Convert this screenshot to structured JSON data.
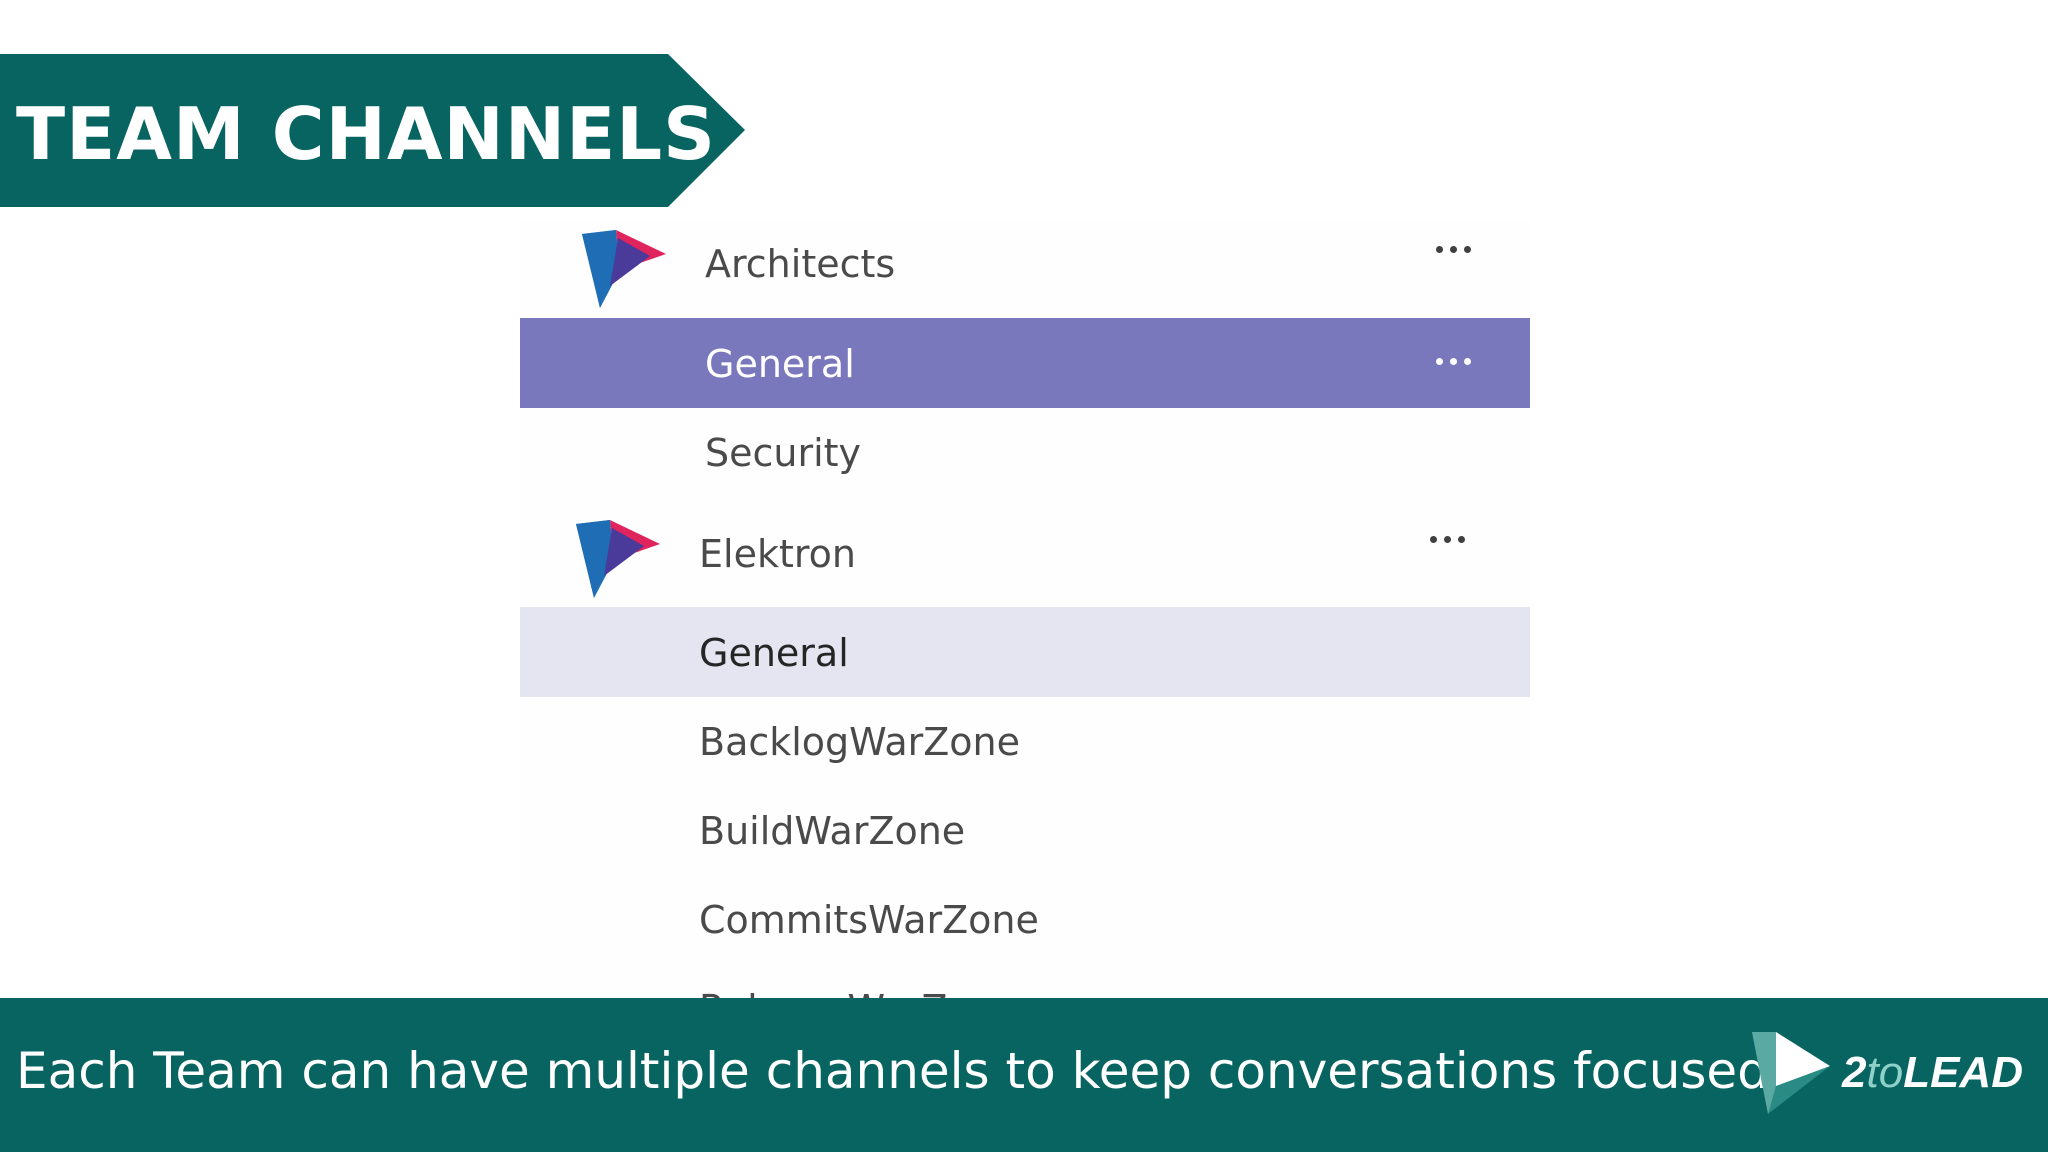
{
  "title": "TEAM CHANNELS",
  "teams": [
    {
      "name": "Architects",
      "channels": [
        {
          "name": "General",
          "state": "selected"
        },
        {
          "name": "Security",
          "state": "normal"
        }
      ]
    },
    {
      "name": "Elektron",
      "channels": [
        {
          "name": "General",
          "state": "hover"
        },
        {
          "name": "BacklogWarZone",
          "state": "normal"
        },
        {
          "name": "BuildWarZone",
          "state": "normal"
        },
        {
          "name": "CommitsWarZone",
          "state": "normal"
        },
        {
          "name": "ReleaseWarZone",
          "state": "normal"
        }
      ]
    }
  ],
  "icons": {
    "team_logo": "triangle-logo-icon",
    "more": "more-options-icon",
    "brand": "play-triangle-icon"
  },
  "footer": {
    "caption": "Each Team can have multiple channels to keep conversations focused",
    "brand_prefix": "2",
    "brand_to": "to",
    "brand_suffix": "LEAD"
  },
  "colors": {
    "brand_teal": "#076461",
    "selected": "#7a78bd",
    "hover": "#e5e5f2",
    "logo_blue": "#1f6db5",
    "logo_red": "#e0245e",
    "logo_purple": "#4a3a9a"
  }
}
